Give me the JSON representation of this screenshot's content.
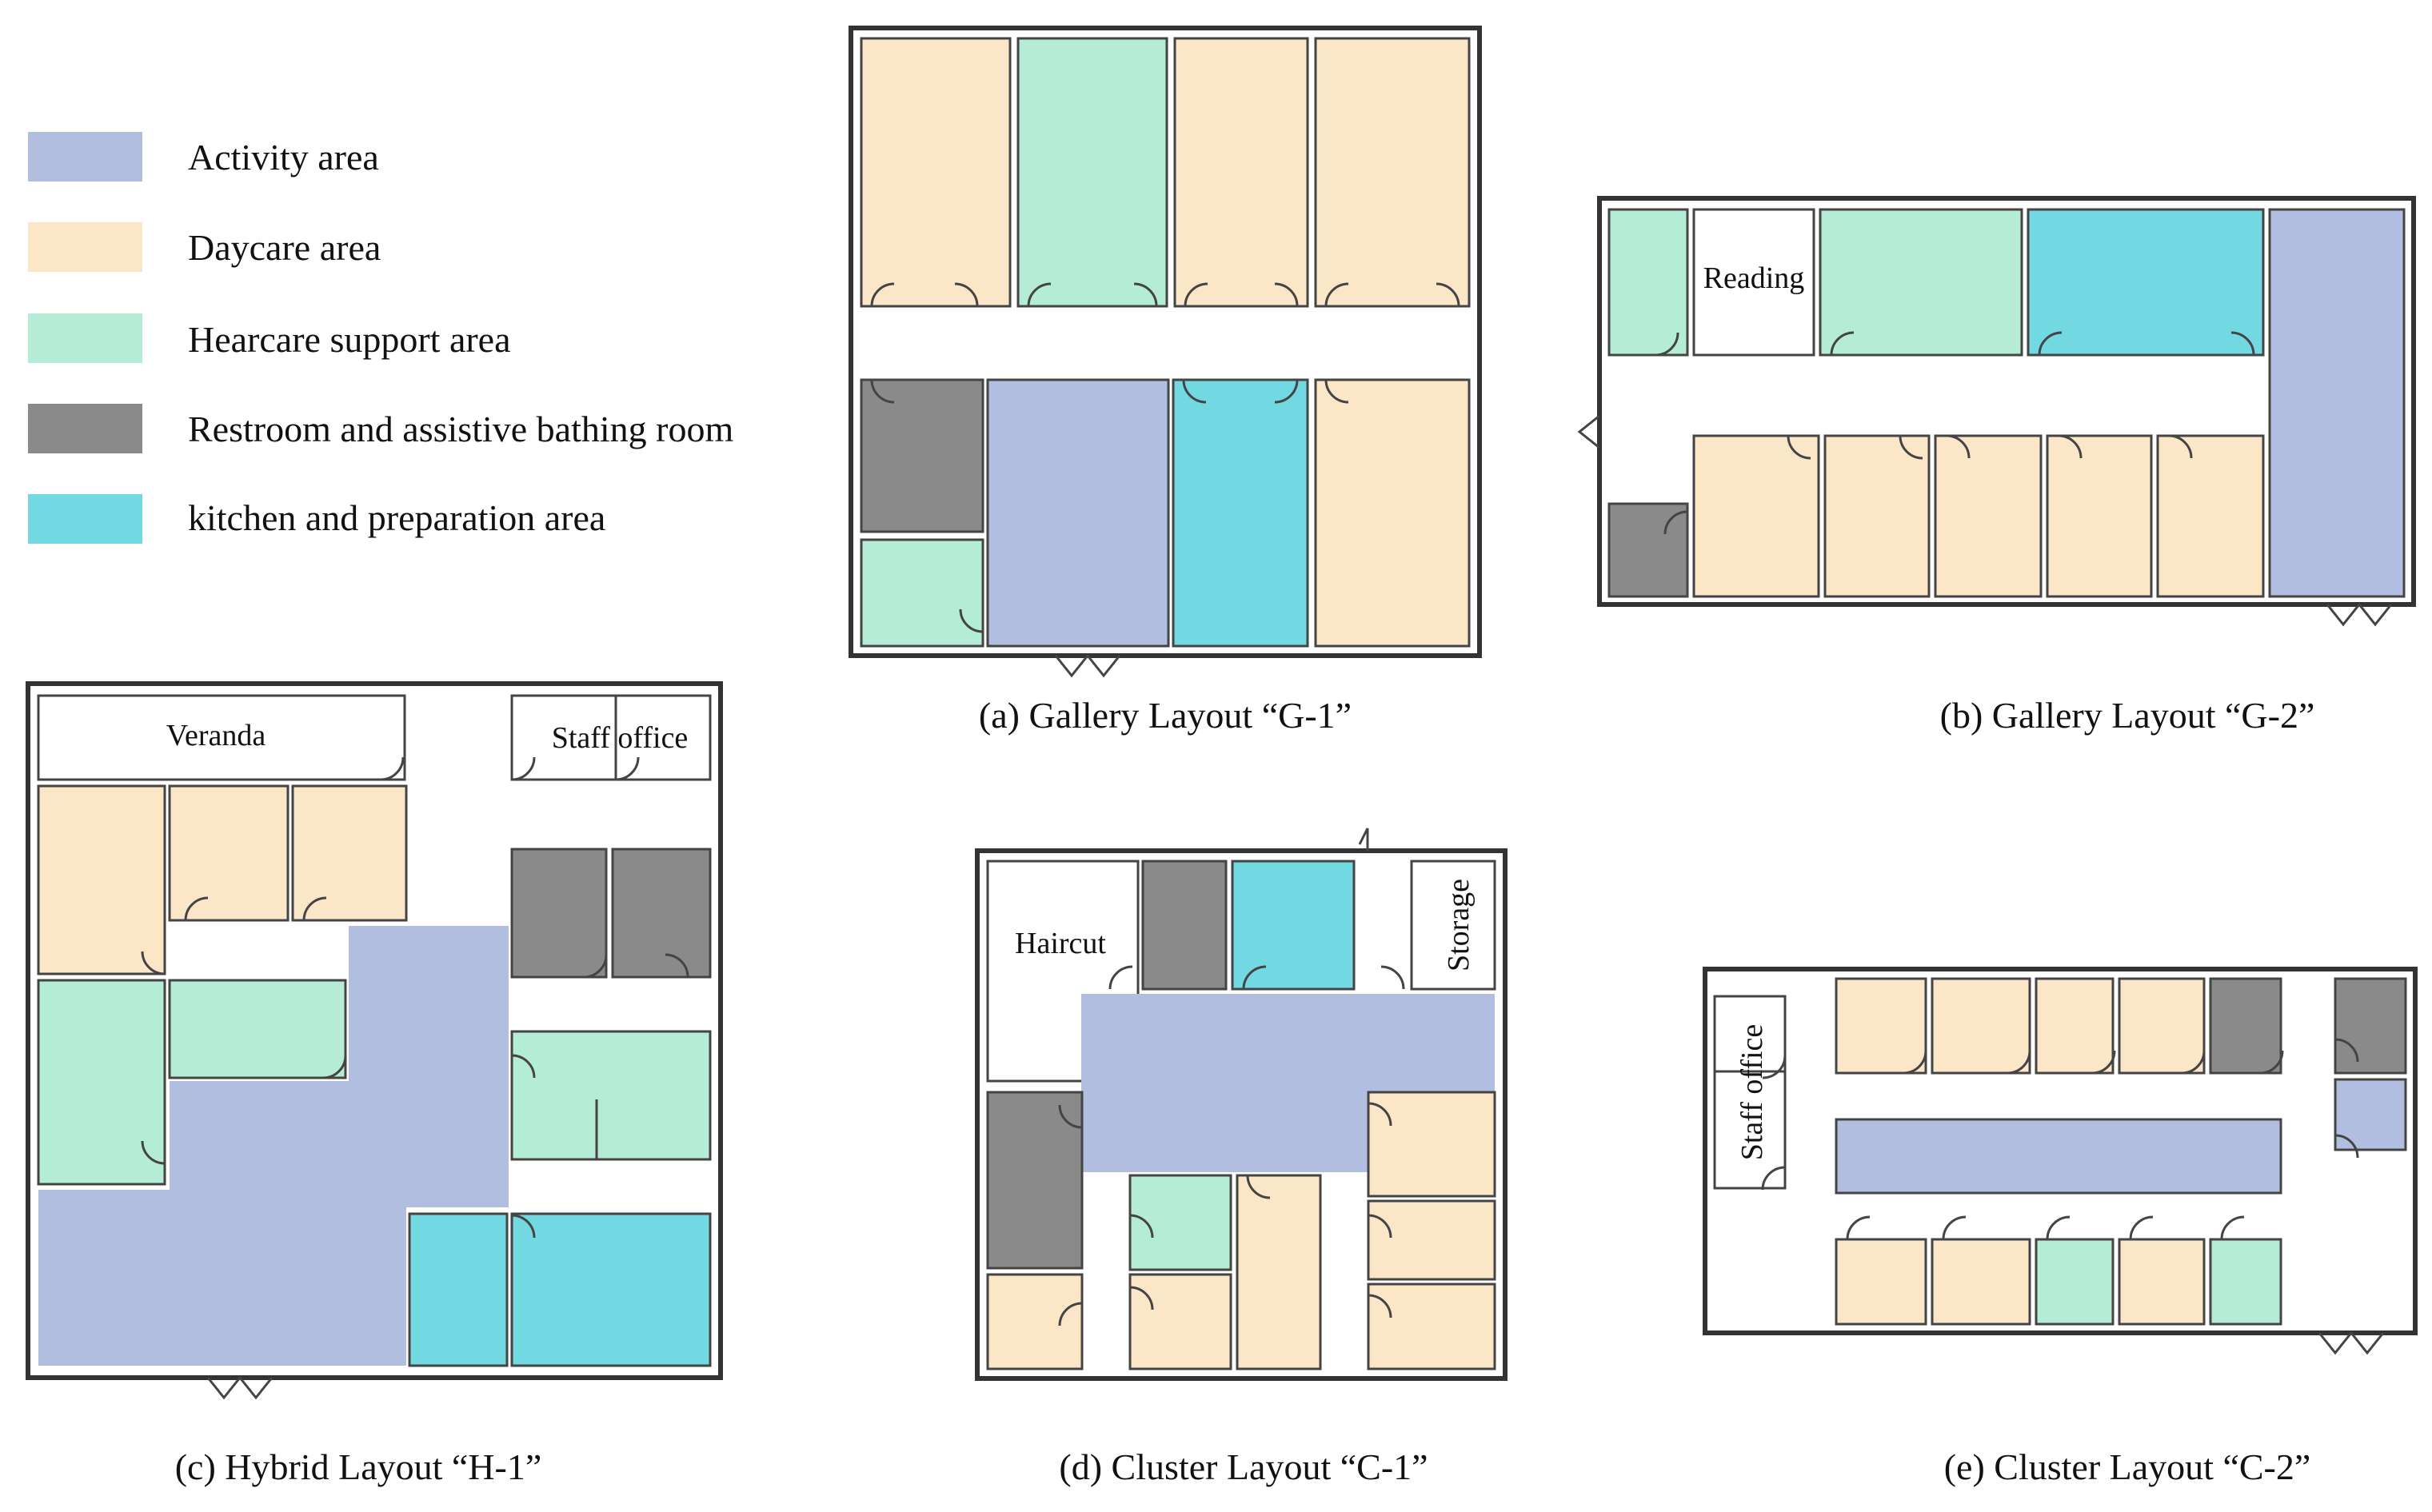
{
  "colors": {
    "activity": "#b1bee0",
    "daycare": "#fce6c8",
    "hearcare": "#b4ecd6",
    "restroom": "#8a8a8a",
    "kitchen": "#72d8e2",
    "wall": "#333333",
    "open": "#ffffff"
  },
  "legend": [
    {
      "key": "activity",
      "label": "Activity area"
    },
    {
      "key": "daycare",
      "label": "Daycare area"
    },
    {
      "key": "hearcare",
      "label": "Hearcare support area"
    },
    {
      "key": "restroom",
      "label": "Restroom and assistive bathing room"
    },
    {
      "key": "kitchen",
      "label": "kitchen and preparation area"
    }
  ],
  "plans": {
    "g1": {
      "caption": "(a) Gallery Layout “G-1”"
    },
    "g2": {
      "caption": "(b) Gallery Layout “G-2”",
      "labels": {
        "reading": "Reading"
      }
    },
    "h1": {
      "caption": "(c) Hybrid Layout “H-1”",
      "labels": {
        "veranda": "Veranda",
        "staff_office": "Staff office"
      }
    },
    "c1": {
      "caption": "(d) Cluster Layout “C-1”",
      "labels": {
        "haircut": "Haircut",
        "storage": "Storage"
      }
    },
    "c2": {
      "caption": "(e) Cluster Layout “C-2”",
      "labels": {
        "staff_office": "Staff office"
      }
    }
  }
}
